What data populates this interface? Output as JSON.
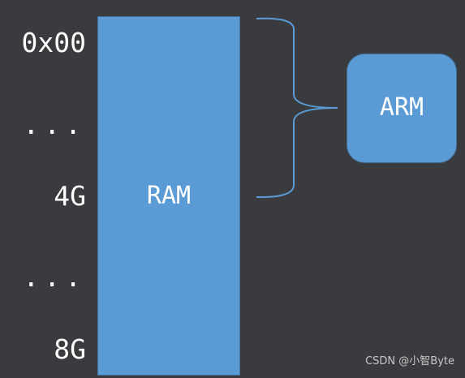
{
  "address_labels": {
    "start": "0x00",
    "ellipsis_upper": "...",
    "mid": "4G",
    "ellipsis_lower": "...",
    "end": "8G"
  },
  "ram_block": {
    "label": "RAM",
    "color": "#5b9bd5"
  },
  "arm_block": {
    "label": "ARM",
    "color": "#5b9bd5"
  },
  "brace": {
    "color": "#5b9bd5",
    "spans_from": "0x00",
    "spans_to": "4G"
  },
  "colors": {
    "background": "#3a3b3e",
    "text": "#ffffff",
    "border": "#41719c"
  },
  "watermark": "CSDN @小智Byte"
}
